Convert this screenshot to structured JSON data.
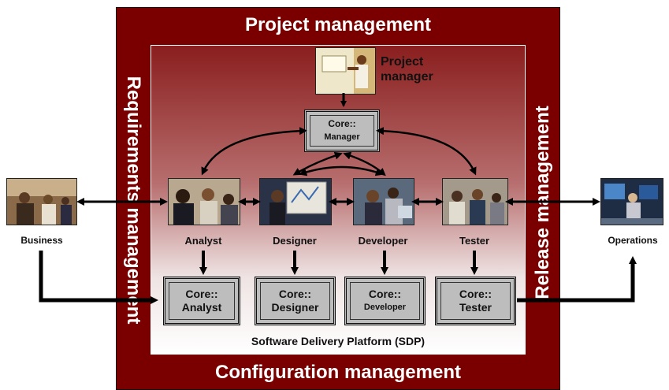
{
  "frame": {
    "top": "Project management",
    "bottom": "Configuration management",
    "left": "Requirements management",
    "right": "Release management"
  },
  "platform_label": "Software Delivery Platform (SDP)",
  "project_manager": {
    "label_line1": "Project",
    "label_line2": "manager",
    "core": {
      "line1": "Core::",
      "line2": "Manager"
    }
  },
  "roles": [
    {
      "label": "Analyst",
      "core": {
        "line1": "Core::",
        "line2": "Analyst"
      }
    },
    {
      "label": "Designer",
      "core": {
        "line1": "Core::",
        "line2": "Designer"
      }
    },
    {
      "label": "Developer",
      "core": {
        "line1": "Core::",
        "line2": "Developer"
      }
    },
    {
      "label": "Tester",
      "core": {
        "line1": "Core::",
        "line2": "Tester"
      }
    }
  ],
  "external": {
    "left": "Business",
    "right": "Operations"
  },
  "colors": {
    "frame": "#7a0000",
    "box": "#bdbdbd"
  }
}
